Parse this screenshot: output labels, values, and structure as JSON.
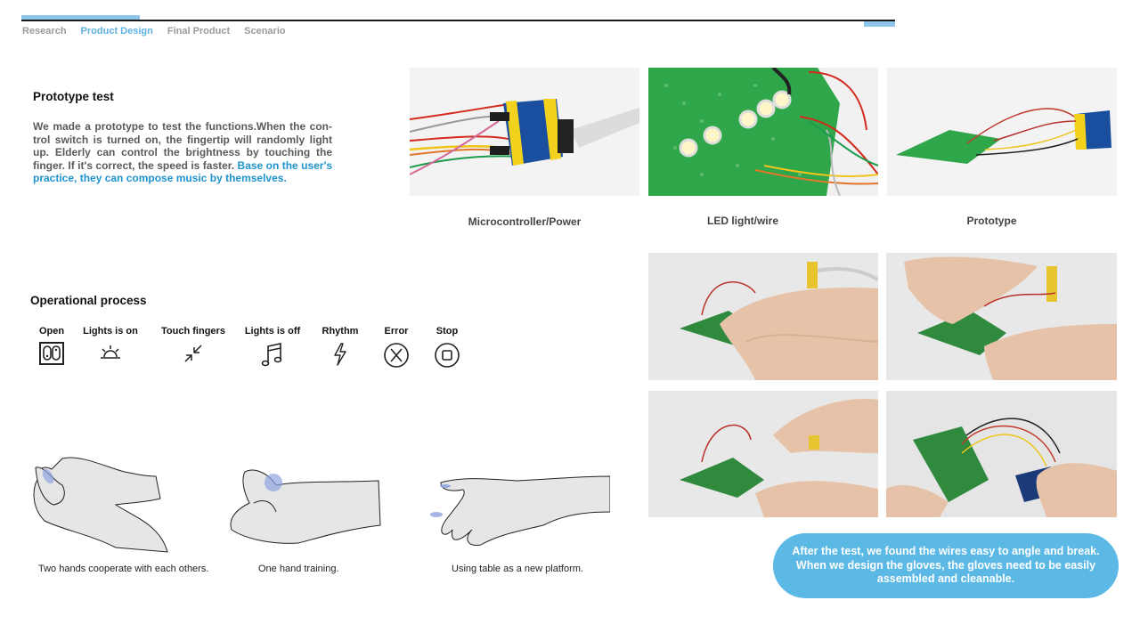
{
  "nav": {
    "items": [
      {
        "label": "Research",
        "active": false
      },
      {
        "label": "Product Design",
        "active": true
      },
      {
        "label": "Final Product",
        "active": false
      },
      {
        "label": "Scenario",
        "active": false
      }
    ],
    "accent": "#5fb0e0"
  },
  "prototype_test": {
    "title": "Prototype test",
    "body": "We made a prototype to test the functions.When the con-trol switch is turned on, the fingertip will randomly light up. Elderly can control the brightness by touching the finger. If it's correct, the speed is faster. ",
    "highlight": " Base on the user's practice, they can compose music by themselves.",
    "highlight_color": "#1f93cf"
  },
  "photos_top": [
    {
      "caption": "Microcontroller/Power",
      "image": "microcontroller-photo"
    },
    {
      "caption": "LED light/wire",
      "image": "led-wire-photo"
    },
    {
      "caption": "Prototype",
      "image": "prototype-photo"
    }
  ],
  "operational_process": {
    "title": "Operational process",
    "steps": [
      {
        "label": "Open",
        "icon": "switch-icon"
      },
      {
        "label": "Lights is on",
        "icon": "sunrise-icon"
      },
      {
        "label": "Touch fingers",
        "icon": "pinch-arrows-icon"
      },
      {
        "label": "Lights is off",
        "icon": "music-note-icon"
      },
      {
        "label": "Rhythm",
        "icon": "lightning-icon"
      },
      {
        "label": "Error",
        "icon": "circle-x-icon"
      },
      {
        "label": "Stop",
        "icon": "circle-stop-icon"
      }
    ]
  },
  "usage_modes": [
    {
      "caption": "Two hands cooperate with each others."
    },
    {
      "caption": "One hand training."
    },
    {
      "caption": "Using table as a new platform."
    }
  ],
  "test_photos": [
    {
      "image": "hand-testing-photo-1"
    },
    {
      "image": "hand-testing-photo-2"
    },
    {
      "image": "hand-testing-photo-3"
    },
    {
      "image": "hand-testing-photo-4"
    }
  ],
  "callout": {
    "text": "After the test, we found the wires easy to angle and break. When we design the gloves, the gloves need to be easily assembled and cleanable.",
    "color": "#5cb9e6"
  }
}
